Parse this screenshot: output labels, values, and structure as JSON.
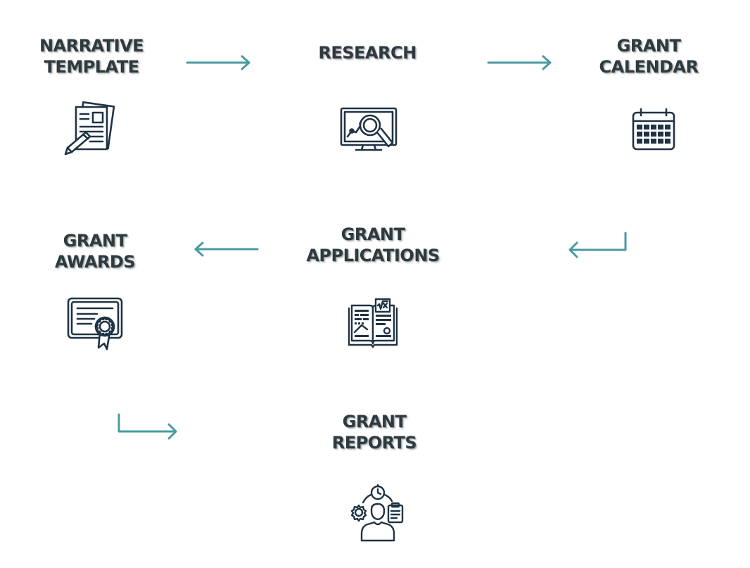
{
  "colors": {
    "arrow": "#4a9aa0",
    "icon": "#1f3344",
    "text": "#2f3a3e"
  },
  "steps": [
    {
      "line1": "NARRATIVE",
      "line2": "TEMPLATE",
      "icon": "document-pencil-icon"
    },
    {
      "line1": "RESEARCH",
      "line2": "",
      "icon": "monitor-magnifier-icon"
    },
    {
      "line1": "GRANT",
      "line2": "CALENDAR",
      "icon": "calendar-icon"
    },
    {
      "line1": "GRANT",
      "line2": "APPLICATIONS",
      "icon": "open-book-icon"
    },
    {
      "line1": "GRANT",
      "line2": "AWARDS",
      "icon": "certificate-icon"
    },
    {
      "line1": "GRANT",
      "line2": "REPORTS",
      "icon": "person-gears-icon"
    }
  ],
  "arrows": [
    {
      "from": "NARRATIVE TEMPLATE",
      "to": "RESEARCH",
      "direction": "right"
    },
    {
      "from": "RESEARCH",
      "to": "GRANT CALENDAR",
      "direction": "right"
    },
    {
      "from": "GRANT CALENDAR",
      "to": "GRANT APPLICATIONS",
      "direction": "down-left"
    },
    {
      "from": "GRANT APPLICATIONS",
      "to": "GRANT AWARDS",
      "direction": "left"
    },
    {
      "from": "GRANT AWARDS",
      "to": "GRANT REPORTS",
      "direction": "down-right"
    }
  ]
}
